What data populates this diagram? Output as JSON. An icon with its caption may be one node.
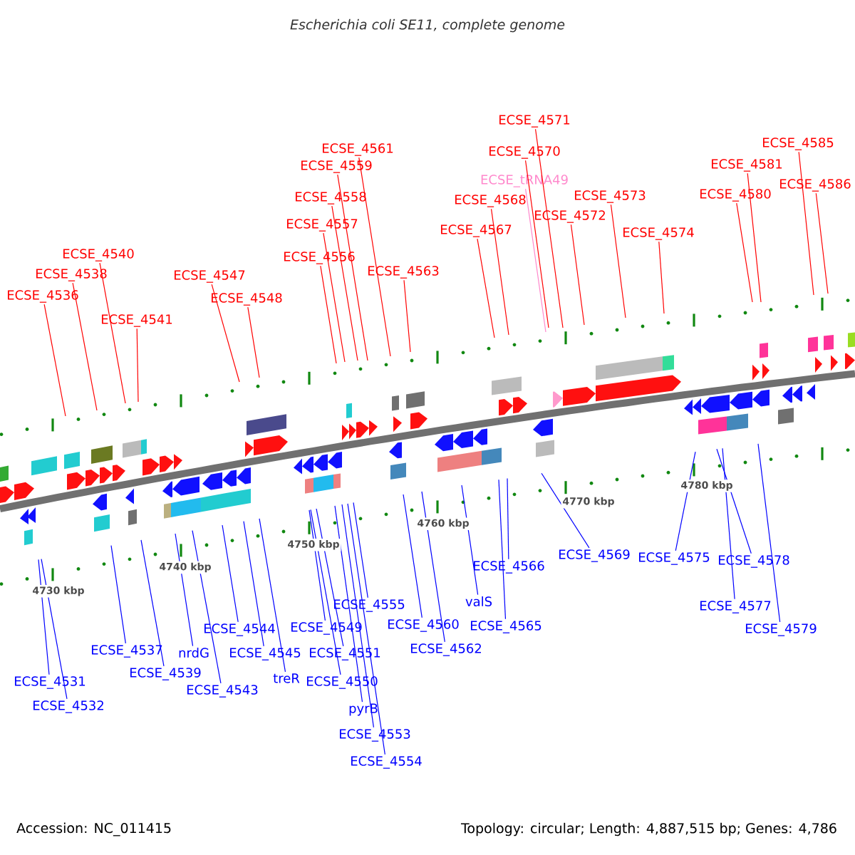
{
  "diagram": {
    "title": "Escherichia coli SE11, complete genome",
    "nodes": [
      {
        "text": [
          "ECSE_4571"
        ]
      },
      {
        "text": [
          "ECSE_4585"
        ]
      },
      {
        "text": [
          "ECSE_4561"
        ]
      },
      {
        "text": [
          "ECSE_4570"
        ]
      },
      {
        "text": [
          "ECSE_4581"
        ]
      },
      {
        "text": [
          "ECSE_4559"
        ]
      },
      {
        "text": [
          "ECSE_tRNA49"
        ]
      },
      {
        "text": [
          "ECSE_4586"
        ]
      },
      {
        "text": [
          "ECSE_4580"
        ]
      },
      {
        "text": [
          "ECSE_4573"
        ]
      },
      {
        "text": [
          "ECSE_4558"
        ]
      },
      {
        "text": [
          "ECSE_4568"
        ]
      },
      {
        "text": [
          "ECSE_4572"
        ]
      },
      {
        "text": [
          "ECSE_4557"
        ]
      },
      {
        "text": [
          "ECSE_4567"
        ]
      },
      {
        "text": [
          "ECSE_4574"
        ]
      },
      {
        "text": [
          "ECSE_4540"
        ]
      },
      {
        "text": [
          "ECSE_4556"
        ]
      },
      {
        "text": [
          "ECSE_4563"
        ]
      },
      {
        "text": [
          "ECSE_4538"
        ]
      },
      {
        "text": [
          "ECSE_4547"
        ]
      },
      {
        "text": [
          "ECSE_4536"
        ]
      },
      {
        "text": [
          "ECSE_4548"
        ]
      },
      {
        "text": [
          "ECSE_4541"
        ]
      },
      {
        "text": [
          "ECSE_4569"
        ]
      },
      {
        "text": [
          "ECSE_4575"
        ]
      },
      {
        "text": [
          "ECSE_4578"
        ]
      },
      {
        "text": [
          "ECSE_4566"
        ]
      },
      {
        "text": [
          "valS"
        ]
      },
      {
        "text": [
          "ECSE_4555"
        ]
      },
      {
        "text": [
          "ECSE_4577"
        ]
      },
      {
        "text": [
          "ECSE_4560"
        ]
      },
      {
        "text": [
          "ECSE_4565"
        ]
      },
      {
        "text": [
          "ECSE_4549"
        ]
      },
      {
        "text": [
          "ECSE_4544"
        ]
      },
      {
        "text": [
          "ECSE_4579"
        ]
      },
      {
        "text": [
          "ECSE_4562"
        ]
      },
      {
        "text": [
          "ECSE_4537"
        ]
      },
      {
        "text": [
          "nrdG"
        ]
      },
      {
        "text": [
          "ECSE_4545"
        ]
      },
      {
        "text": [
          "ECSE_4551"
        ]
      },
      {
        "text": [
          "ECSE_4539"
        ]
      },
      {
        "text": [
          "treR"
        ]
      },
      {
        "text": [
          "ECSE_4550"
        ]
      },
      {
        "text": [
          "ECSE_4531"
        ]
      },
      {
        "text": [
          "ECSE_4543"
        ]
      },
      {
        "text": [
          "ECSE_4532"
        ]
      },
      {
        "text": [
          "pyrB"
        ]
      },
      {
        "text": [
          "ECSE_4553"
        ]
      },
      {
        "text": [
          "ECSE_4554"
        ]
      }
    ],
    "edges": [
      {
        "from": 0,
        "to": null,
        "arrow": "none",
        "color": "#ff0000"
      },
      {
        "from": 1,
        "to": null,
        "arrow": "none",
        "color": "#ff0000"
      },
      {
        "from": 2,
        "to": null,
        "arrow": "none",
        "color": "#ff0000"
      },
      {
        "from": 3,
        "to": null,
        "arrow": "none",
        "color": "#ff0000"
      },
      {
        "from": 4,
        "to": null,
        "arrow": "none",
        "color": "#ff0000"
      },
      {
        "from": 5,
        "to": null,
        "arrow": "none",
        "color": "#ff0000"
      },
      {
        "from": 6,
        "to": null,
        "arrow": "none",
        "color": "#ff88cc"
      },
      {
        "from": 7,
        "to": null,
        "arrow": "none",
        "color": "#ff0000"
      },
      {
        "from": 8,
        "to": null,
        "arrow": "none",
        "color": "#ff0000"
      },
      {
        "from": 9,
        "to": null,
        "arrow": "none",
        "color": "#ff0000"
      },
      {
        "from": 10,
        "to": null,
        "arrow": "none",
        "color": "#ff0000"
      },
      {
        "from": 11,
        "to": null,
        "arrow": "none",
        "color": "#ff0000"
      },
      {
        "from": 12,
        "to": null,
        "arrow": "none",
        "color": "#ff0000"
      },
      {
        "from": 13,
        "to": null,
        "arrow": "none",
        "color": "#ff0000"
      },
      {
        "from": 14,
        "to": null,
        "arrow": "none",
        "color": "#ff0000"
      },
      {
        "from": 15,
        "to": null,
        "arrow": "none",
        "color": "#ff0000"
      },
      {
        "from": 16,
        "to": null,
        "arrow": "none",
        "color": "#ff0000"
      },
      {
        "from": 17,
        "to": null,
        "arrow": "none",
        "color": "#ff0000"
      },
      {
        "from": 18,
        "to": null,
        "arrow": "none",
        "color": "#ff0000"
      },
      {
        "from": 19,
        "to": null,
        "arrow": "none",
        "color": "#ff0000"
      },
      {
        "from": 20,
        "to": null,
        "arrow": "none",
        "color": "#ff0000"
      },
      {
        "from": 21,
        "to": null,
        "arrow": "none",
        "color": "#ff0000"
      },
      {
        "from": 22,
        "to": null,
        "arrow": "none",
        "color": "#ff0000"
      },
      {
        "from": 23,
        "to": null,
        "arrow": "none",
        "color": "#ff0000"
      },
      {
        "from": 24,
        "to": null,
        "arrow": "none"
      },
      {
        "from": 25,
        "to": null,
        "arrow": "none"
      },
      {
        "from": 26,
        "to": null,
        "arrow": "none"
      },
      {
        "from": 27,
        "to": null,
        "arrow": "none"
      },
      {
        "from": 28,
        "to": null,
        "arrow": "none"
      },
      {
        "from": 29,
        "to": null,
        "arrow": "none"
      },
      {
        "from": 30,
        "to": null,
        "arrow": "none"
      },
      {
        "from": 31,
        "to": null,
        "arrow": "none"
      },
      {
        "from": 32,
        "to": null,
        "arrow": "none"
      },
      {
        "from": 33,
        "to": null,
        "arrow": "none"
      },
      {
        "from": 34,
        "to": null,
        "arrow": "none"
      },
      {
        "from": 35,
        "to": null,
        "arrow": "none"
      },
      {
        "from": 36,
        "to": null,
        "arrow": "none"
      },
      {
        "from": 37,
        "to": null,
        "arrow": "none"
      },
      {
        "from": 38,
        "to": null,
        "arrow": "none"
      },
      {
        "from": 39,
        "to": null,
        "arrow": "none"
      },
      {
        "from": 40,
        "to": null,
        "arrow": "none"
      },
      {
        "from": 41,
        "to": null,
        "arrow": "none"
      },
      {
        "from": 42,
        "to": null,
        "arrow": "none"
      },
      {
        "from": 43,
        "to": null,
        "arrow": "none"
      },
      {
        "from": 44,
        "to": null,
        "arrow": "none"
      },
      {
        "from": 45,
        "to": null,
        "arrow": "none"
      },
      {
        "from": 46,
        "to": null,
        "arrow": "none"
      },
      {
        "from": 47,
        "to": null,
        "arrow": "none"
      },
      {
        "from": 48,
        "to": null,
        "arrow": "none"
      },
      {
        "from": 49,
        "to": null,
        "arrow": "none"
      }
    ],
    "labels": [
      "4730 kbp",
      "4740 kbp",
      "4750 kbp",
      "4760 kbp",
      "4770 kbp",
      "4780 kbp",
      "Accession: NC_011415",
      "Topology: circular; Length: 4,887,515 bp; Genes: 4,786"
    ]
  }
}
